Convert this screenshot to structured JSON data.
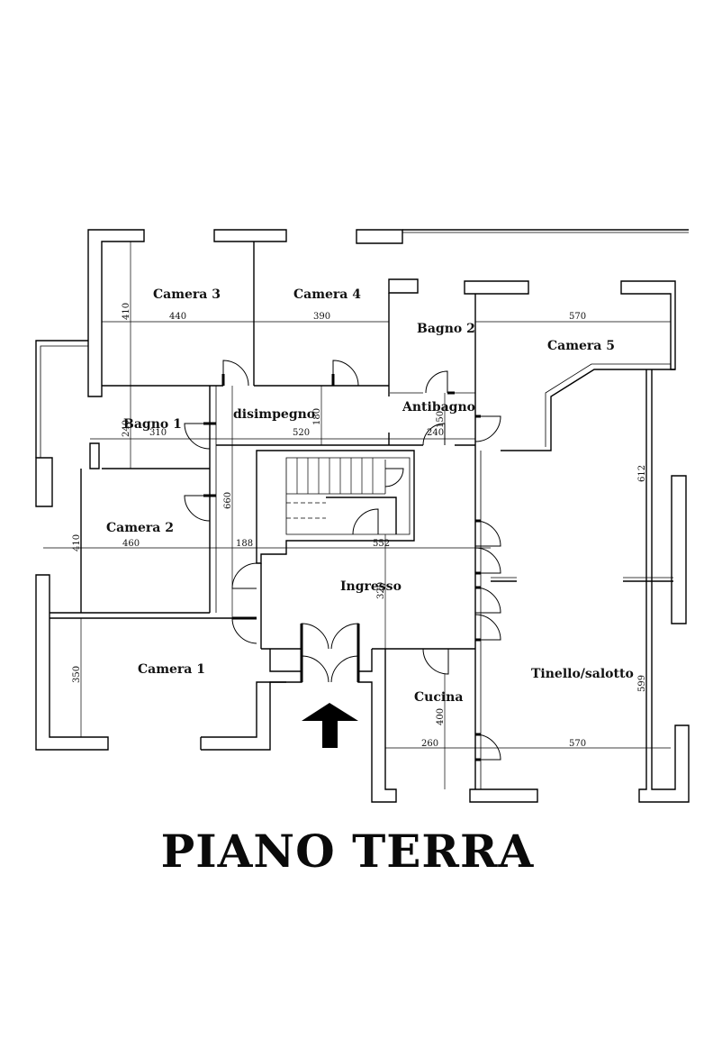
{
  "title": "PIANO TERRA",
  "rooms": {
    "camera3": "Camera 3",
    "camera4": "Camera 4",
    "bagno2": "Bagno 2",
    "camera5": "Camera 5",
    "antibagno": "Antibagno",
    "bagno1": "Bagno 1",
    "disimpegno": "disimpegno",
    "camera2": "Camera 2",
    "ingresso": "Ingresso",
    "camera1": "Camera 1",
    "cucina": "Cucina",
    "tinello": "Tinello/salotto"
  },
  "dimensions": {
    "c3_height": "410",
    "c3_width": "440",
    "c4_width": "390",
    "c5_width": "570",
    "b1_height": "240",
    "b1_width": "310",
    "dis_width": "520",
    "dis_height": "180",
    "antib_height": "150",
    "antib_width": "240",
    "c5_height": "612",
    "hall_height": "660",
    "c2_height": "410",
    "c2_width": "460",
    "corr_width": "188",
    "ingresso_width": "552",
    "ingresso_height": "320",
    "c1_height": "350",
    "tinello_height": "599",
    "cucina_height": "400",
    "cucina_width": "260",
    "tinello_width": "570"
  }
}
